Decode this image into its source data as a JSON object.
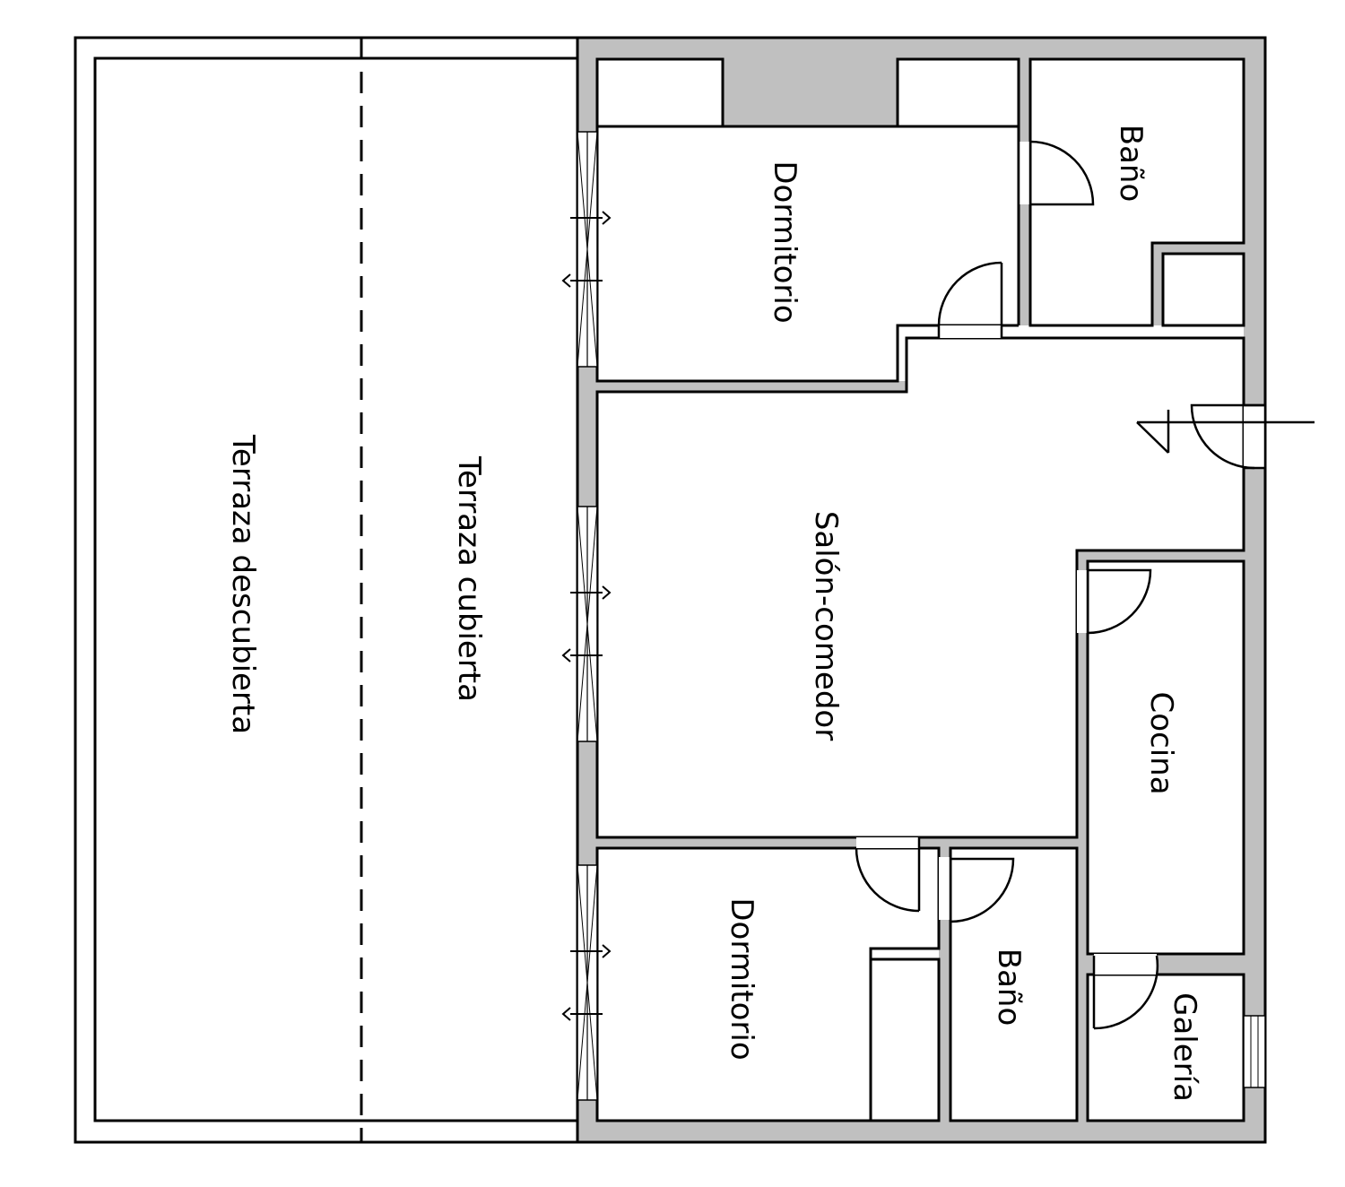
{
  "rooms": {
    "terraza_descubierta": "Terraza descubierta",
    "terraza_cubierta": "Terraza cubierta",
    "dormitorio_top": "Dormitorio",
    "bano_top": "Baño",
    "salon": "Salón-comedor",
    "cocina": "Cocina",
    "dormitorio_bottom": "Dormitorio",
    "bano_bottom": "Baño",
    "galeria": "Galería"
  },
  "colors": {
    "wall": "#c0c0c0",
    "line": "#000000",
    "background": "#ffffff"
  }
}
